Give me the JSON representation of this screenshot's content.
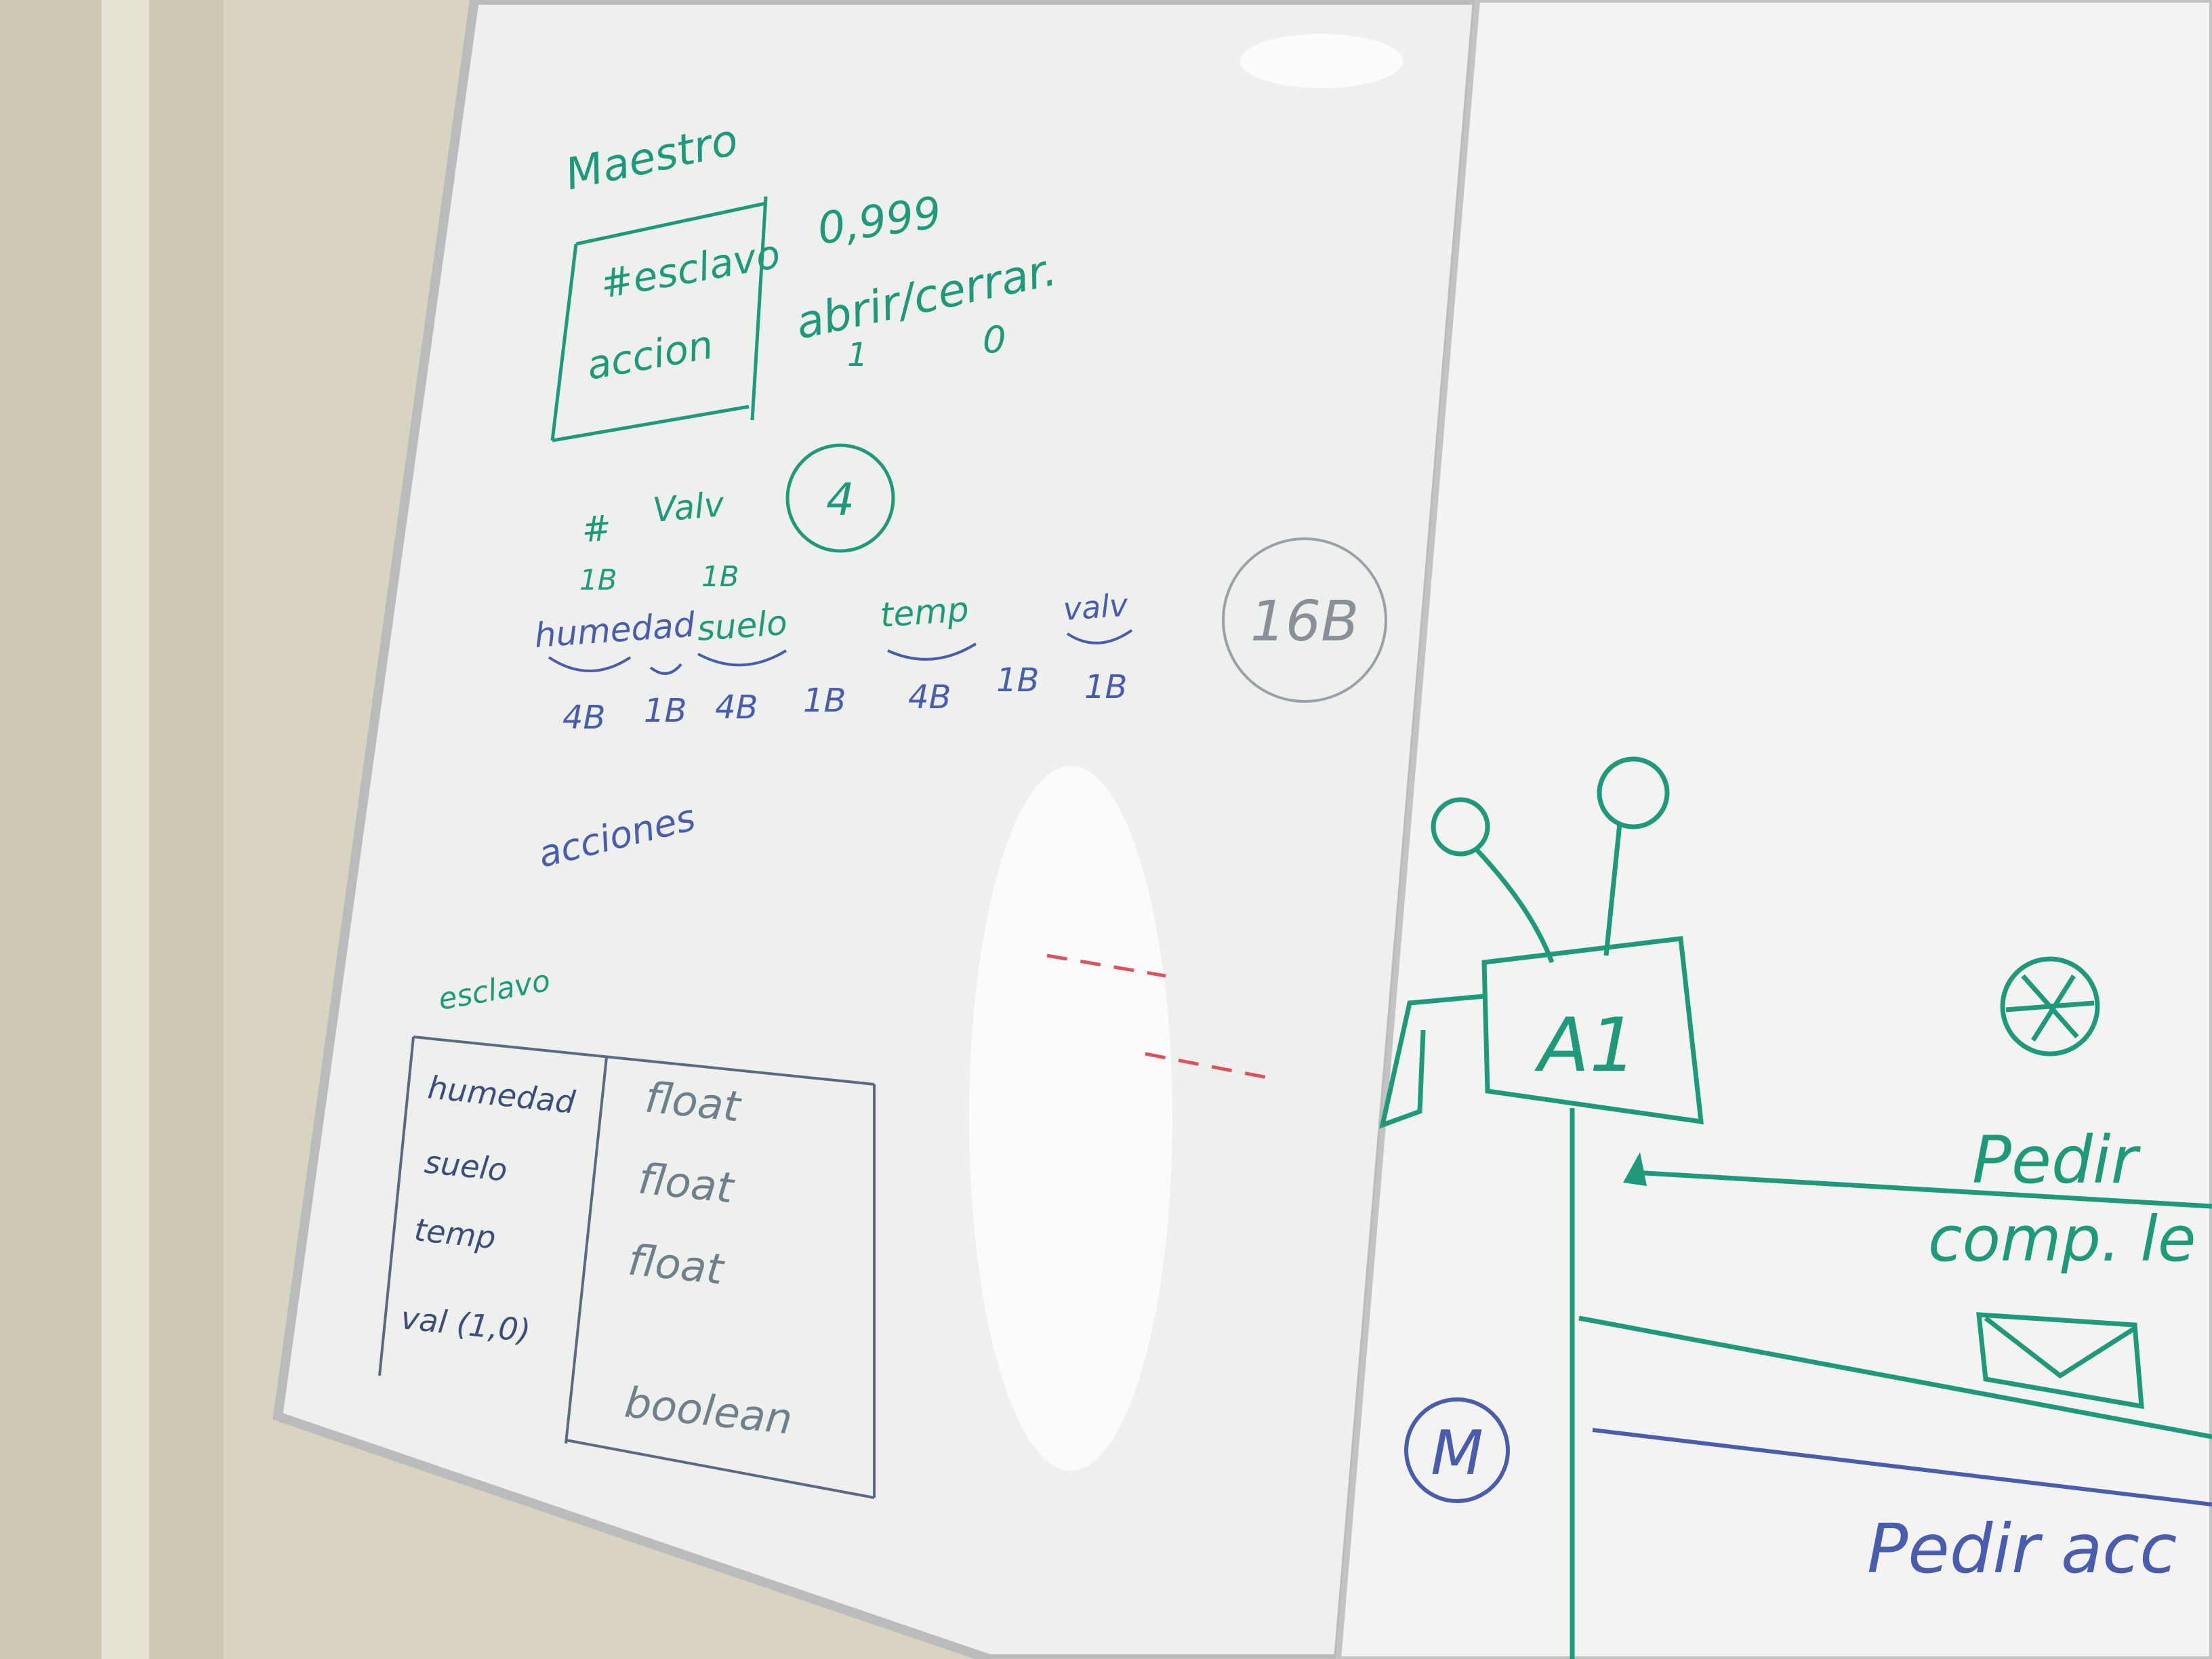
{
  "colors": {
    "wall": "#d9d4c2",
    "board": "#f1f3f1",
    "frame": "#b9bcba",
    "ink_green": "#1e9a7a",
    "ink_blue": "#4a5cae",
    "ink_red": "#e0505a"
  },
  "left_board": {
    "maestro": {
      "title": "Maestro",
      "table": {
        "rows": [
          {
            "key": "#esclavo",
            "value": "0,999"
          },
          {
            "key": "accion",
            "value": "abrir/cerrar."
          }
        ],
        "value_codes": [
          "1",
          "0"
        ]
      }
    },
    "frame_sizes": {
      "top_labels": [
        "#",
        "Valv"
      ],
      "top_sizes": [
        "1B",
        "1B"
      ],
      "fields": [
        "humedad",
        "suelo",
        "temp",
        "valv"
      ],
      "byte_sizes": [
        "4B",
        "1B",
        "4B",
        "1B",
        "4B",
        "1B",
        "1B"
      ],
      "circled_count": "4",
      "circled_total": "16B"
    },
    "acciones_label": "acciones",
    "esclavo": {
      "title": "esclavo",
      "rows": [
        {
          "name": "humedad",
          "type": "float"
        },
        {
          "name": "suelo",
          "type": "float"
        },
        {
          "name": "temp",
          "type": "float"
        },
        {
          "name": "val (1,0)",
          "type": "boolean"
        }
      ]
    }
  },
  "right_board": {
    "node_label": "A1",
    "circled_letter": "M",
    "messages": [
      {
        "text": "Pedir"
      },
      {
        "text": "comp. le"
      },
      {
        "text": "Pedir acc"
      }
    ]
  }
}
